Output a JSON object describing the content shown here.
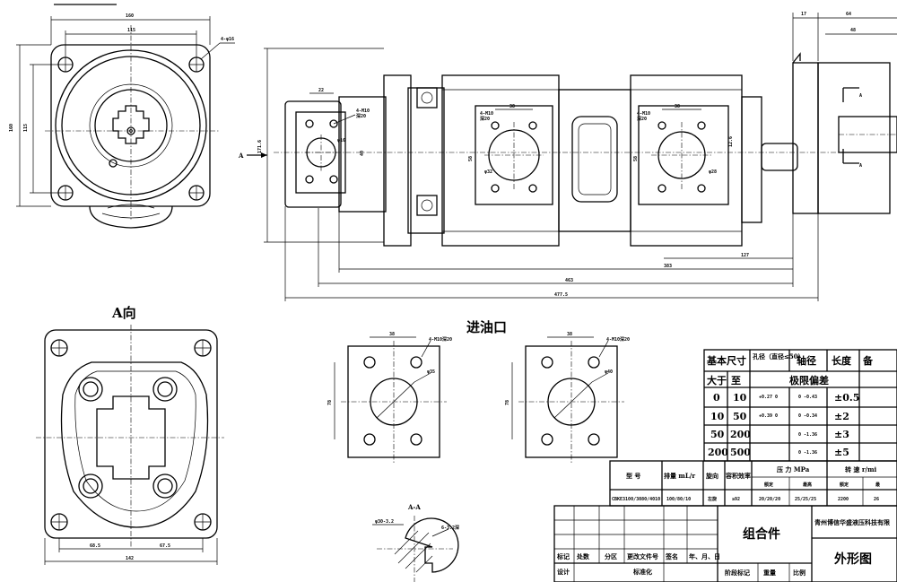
{
  "labels": {
    "view_a": "A向",
    "inlet": "进油口",
    "section_aa": "A-A",
    "arrow_a": "A"
  },
  "dims": {
    "front_top_outer": "160",
    "front_top_inner": "115",
    "front_holes": "4-φ16",
    "front_side_outer": "160",
    "front_side_inner": "115",
    "side_len_total": "477.5",
    "side_len_mid": "463",
    "side_len_short": "383",
    "side_len_127": "127",
    "side_top_17": "17",
    "side_top_64": "64",
    "side_top_48": "48",
    "side_small_22": "22",
    "side_port1_thread": "4-M10",
    "side_port1_depth": "深20",
    "side_port1_dia": "φ16",
    "side_port1_h": "40",
    "side_port2_thread": "4-M10",
    "side_port2_depth": "深20",
    "side_port2_w": "38",
    "side_port2_dia": "φ32",
    "side_port2_h": "58",
    "side_port3_thread": "4-M10",
    "side_port3_depth": "深20",
    "side_port3_w": "38",
    "side_port3_dia": "φ28",
    "side_port3_h": "58",
    "side_height": "171.6",
    "side_side": "12.6",
    "bottom_left": "68.5",
    "bottom_right": "67.5",
    "bottom_total": "142",
    "inlet1_w": "38",
    "inlet1_thread": "4-M10深20",
    "inlet1_dia": "φ35",
    "inlet1_h": "78",
    "inlet2_w": "38",
    "inlet2_thread": "4-M10深20",
    "inlet2_dia": "φ40",
    "inlet2_h": "78",
    "section_dia": "φ30-3.2",
    "section_key": "6-3.2深"
  },
  "tolerance_table": {
    "headers": [
      "基本尺寸",
      "孔径（直径≤50）",
      "轴径",
      "长度",
      "备"
    ],
    "subheaders": [
      "大于",
      "至",
      "极限偏差"
    ],
    "rows": [
      {
        "from": "0",
        "to": "10",
        "hole": "+0.27 0",
        "shaft": "0 -0.43",
        "length": "±0.5"
      },
      {
        "from": "10",
        "to": "50",
        "hole": "+0.39 0",
        "shaft": "0 -0.34",
        "length": "±2"
      },
      {
        "from": "50",
        "to": "200",
        "hole": "",
        "shaft": "0 -1.36",
        "length": "±3"
      },
      {
        "from": "200",
        "to": "500",
        "hole": "",
        "shaft": "0 -1.36",
        "length": "±5"
      }
    ]
  },
  "spec_table": {
    "model_header": "型  号",
    "displacement_header": "排量 mL/r",
    "rotation_header": "旋向",
    "efficiency_header": "容积效率",
    "pressure_header": "压 力 MPa",
    "speed_header": "转 速 r/mi",
    "rated_a": "额定",
    "max_a": "最高",
    "rated_b": "额定",
    "max_b": "最",
    "model": "CBKE3100/3080/4010",
    "displacement": "100/80/10",
    "rotation": "左旋",
    "efficiency": "≥92",
    "rated_pressure": "20/20/20",
    "max_pressure": "25/25/25",
    "rated_speed": "2200",
    "max_speed": "26"
  },
  "title_block": {
    "assembly": "组合件",
    "company": "青州博信华盛液压科技有限",
    "drawing_name": "外形图",
    "mark": "标记",
    "qty": "处数",
    "zone": "分区",
    "doc_no": "更改文件号",
    "sign": "签名",
    "date": "年、月、日",
    "design": "设计",
    "standard": "标准化",
    "stage": "阶段标记",
    "weight": "重量",
    "scale": "比例"
  }
}
